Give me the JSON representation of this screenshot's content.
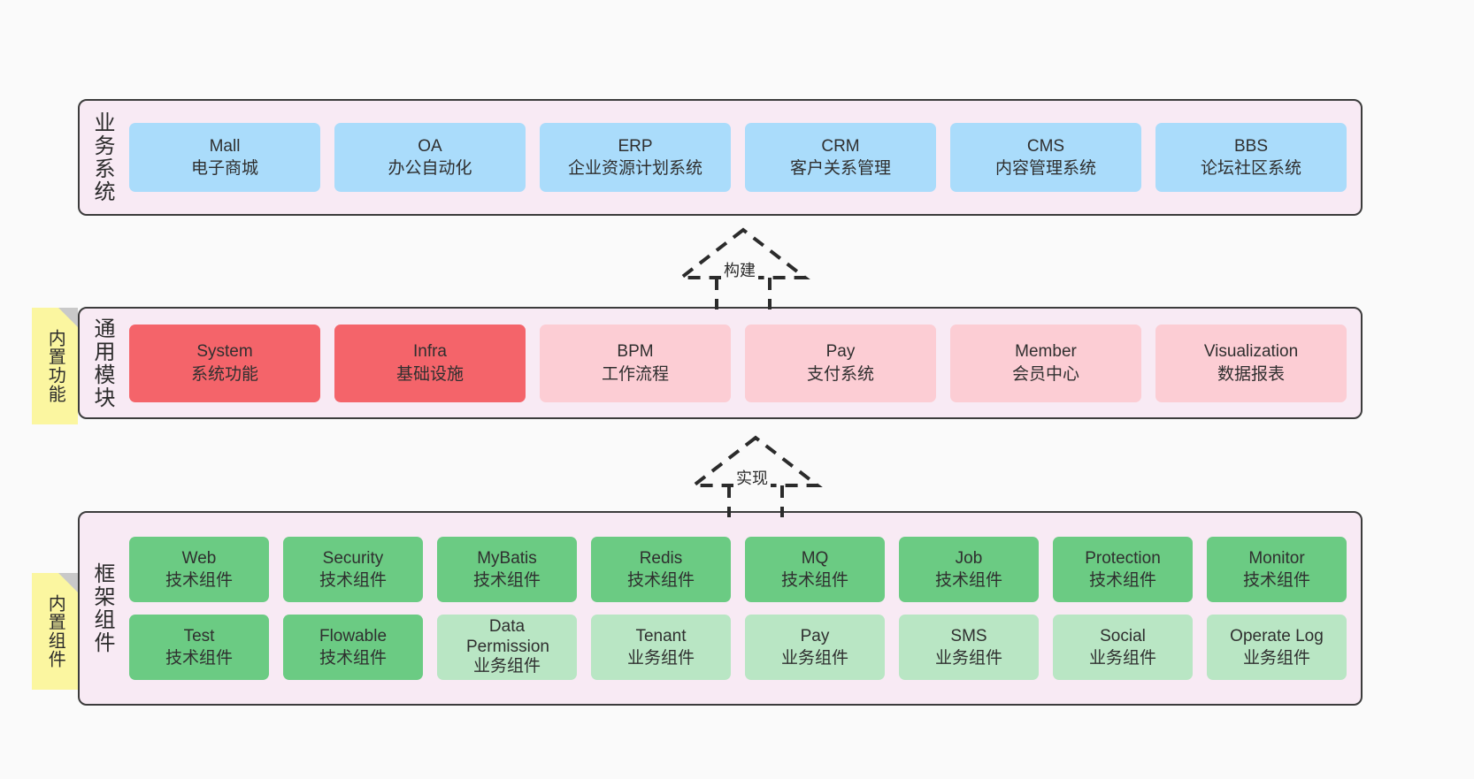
{
  "diagram": {
    "background": "#fafafa",
    "layers": [
      {
        "id": "business",
        "title": "业务系统",
        "accent": "#aadcfb",
        "cards": [
          {
            "title": "Mall",
            "subtitle": "电子商城"
          },
          {
            "title": "OA",
            "subtitle": "办公自动化"
          },
          {
            "title": "ERP",
            "subtitle": "企业资源计划系统"
          },
          {
            "title": "CRM",
            "subtitle": "客户关系管理"
          },
          {
            "title": "CMS",
            "subtitle": "内容管理系统"
          },
          {
            "title": "BBS",
            "subtitle": "论坛社区系统"
          }
        ]
      },
      {
        "id": "common-modules",
        "title": "通用模块",
        "tag": "内置功能",
        "accent": "#f4646a",
        "accent_secondary": "#fccdd4",
        "cards": [
          {
            "title": "System",
            "subtitle": "系统功能",
            "emphasis": "strong"
          },
          {
            "title": "Infra",
            "subtitle": "基础设施",
            "emphasis": "strong"
          },
          {
            "title": "BPM",
            "subtitle": "工作流程",
            "emphasis": "light"
          },
          {
            "title": "Pay",
            "subtitle": "支付系统",
            "emphasis": "light"
          },
          {
            "title": "Member",
            "subtitle": "会员中心",
            "emphasis": "light"
          },
          {
            "title": "Visualization",
            "subtitle": "数据报表",
            "emphasis": "light"
          }
        ]
      },
      {
        "id": "framework-components",
        "title": "框架组件",
        "tag": "内置组件",
        "accent": "#6bcb83",
        "accent_secondary": "#b9e6c4",
        "rows": [
          [
            {
              "title": "Web",
              "subtitle": "技术组件"
            },
            {
              "title": "Security",
              "subtitle": "技术组件"
            },
            {
              "title": "MyBatis",
              "subtitle": "技术组件"
            },
            {
              "title": "Redis",
              "subtitle": "技术组件"
            },
            {
              "title": "MQ",
              "subtitle": "技术组件"
            },
            {
              "title": "Job",
              "subtitle": "技术组件"
            },
            {
              "title": "Protection",
              "subtitle": "技术组件"
            },
            {
              "title": "Monitor",
              "subtitle": "技术组件"
            }
          ],
          [
            {
              "title": "Test",
              "subtitle": "技术组件",
              "emphasis": "strong"
            },
            {
              "title": "Flowable",
              "subtitle": "技术组件",
              "emphasis": "strong"
            },
            {
              "title": "Data Permission",
              "subtitle": "业务组件",
              "emphasis": "light"
            },
            {
              "title": "Tenant",
              "subtitle": "业务组件",
              "emphasis": "light"
            },
            {
              "title": "Pay",
              "subtitle": "业务组件",
              "emphasis": "light"
            },
            {
              "title": "SMS",
              "subtitle": "业务组件",
              "emphasis": "light"
            },
            {
              "title": "Social",
              "subtitle": "业务组件",
              "emphasis": "light"
            },
            {
              "title": "Operate Log",
              "subtitle": "业务组件",
              "emphasis": "light"
            }
          ]
        ]
      }
    ],
    "connectors": [
      {
        "id": "build",
        "label": "构建",
        "style": "dashed-hollow-arrow-up"
      },
      {
        "id": "implement",
        "label": "实现",
        "style": "dashed-hollow-arrow-up"
      }
    ]
  }
}
